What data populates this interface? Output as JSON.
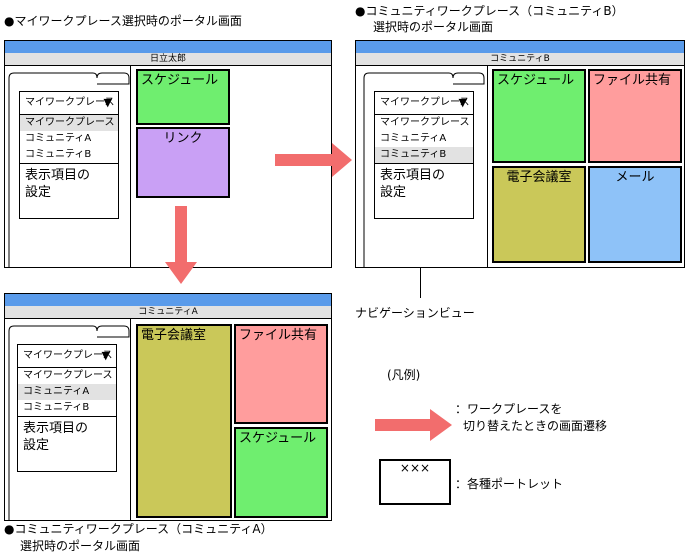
{
  "headings": {
    "top_left": "●マイワークプレース選択時のポータル画面",
    "top_right_line1": "●コミュニティワークプレース（コミュニティB）",
    "top_right_line2": "選択時のポータル画面",
    "bottom_left_line1": "●コミュニティワークプレース（コミュニティA）",
    "bottom_left_line2": "選択時のポータル画面"
  },
  "windows": {
    "my": {
      "title": "日立太郎",
      "menu": {
        "selected": "マイワークプレース",
        "items": [
          "マイワークプレース",
          "コミュニティA",
          "コミュニティB"
        ],
        "highlight_index": 0,
        "settings_line1": "表示項目の",
        "settings_line2": "設定"
      },
      "portlets": [
        "スケジュール",
        "リンク"
      ]
    },
    "comm_b": {
      "title": "コミュニティB",
      "menu": {
        "selected": "マイワークプレース",
        "items": [
          "マイワークプレース",
          "コミュニティA",
          "コミュニティB"
        ],
        "highlight_index": 2,
        "settings_line1": "表示項目の",
        "settings_line2": "設定"
      },
      "portlets": [
        "スケジュール",
        "ファイル共有",
        "電子会議室",
        "メール"
      ]
    },
    "comm_a": {
      "title": "コミュニティA",
      "menu": {
        "selected": "マイワークプレース",
        "items": [
          "マイワークプレース",
          "コミュニティA",
          "コミュニティB"
        ],
        "highlight_index": 1,
        "settings_line1": "表示項目の",
        "settings_line2": "設定"
      },
      "portlets": [
        "電子会議室",
        "ファイル共有",
        "スケジュール"
      ]
    }
  },
  "navigation_view_label": "ナビゲーションビュー",
  "legend": {
    "title": "(凡例)",
    "arrow_desc_line1": "：ワークプレースを",
    "arrow_desc_line2": "切り替えたときの画面遷移",
    "portlet_sample": "×××",
    "portlet_desc": "：各種ポートレット"
  },
  "colors": {
    "title_bar": "#5a9bea",
    "arrow": "#f26d6d",
    "schedule": "#6fee6f",
    "link": "#c9a0f5",
    "file_share": "#ff9d9d",
    "conference": "#cac859",
    "mail": "#8ec2f8"
  }
}
